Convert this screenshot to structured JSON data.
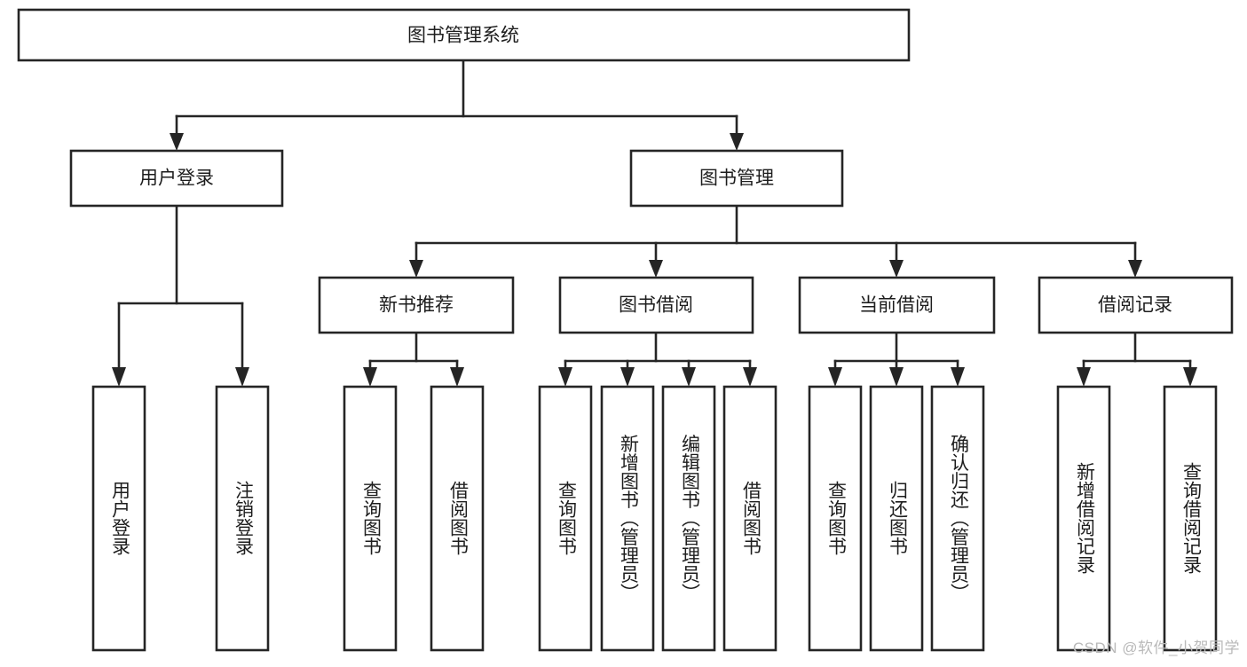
{
  "diagram": {
    "type": "tree-hierarchy",
    "title": "图书管理系统",
    "watermark": "CSDN @软件_小贺同学",
    "colors": {
      "stroke": "#252525",
      "fill": "#ffffff",
      "text": "#1d1d1d",
      "watermark": "#b9b9b9"
    },
    "root": {
      "id": "root",
      "label": "图书管理系统",
      "orientation": "horizontal"
    },
    "level2": [
      {
        "id": "user-login",
        "label": "用户登录",
        "orientation": "horizontal"
      },
      {
        "id": "book-management",
        "label": "图书管理",
        "orientation": "horizontal"
      }
    ],
    "level3": [
      {
        "id": "new-book-recommend",
        "label": "新书推荐",
        "orientation": "horizontal",
        "parent": "book-management"
      },
      {
        "id": "book-borrow",
        "label": "图书借阅",
        "orientation": "horizontal",
        "parent": "book-management"
      },
      {
        "id": "current-borrow",
        "label": "当前借阅",
        "orientation": "horizontal",
        "parent": "book-management"
      },
      {
        "id": "borrow-record",
        "label": "借阅记录",
        "orientation": "horizontal",
        "parent": "book-management"
      }
    ],
    "leaves": [
      {
        "id": "leaf-user-login",
        "label": "用户登录",
        "orientation": "vertical",
        "parent": "user-login"
      },
      {
        "id": "leaf-logout-login",
        "label": "注销登录",
        "orientation": "vertical",
        "parent": "user-login"
      },
      {
        "id": "leaf-query-book-1",
        "label": "查询图书",
        "orientation": "vertical",
        "parent": "new-book-recommend"
      },
      {
        "id": "leaf-borrow-book-1",
        "label": "借阅图书",
        "orientation": "vertical",
        "parent": "new-book-recommend"
      },
      {
        "id": "leaf-query-book-2",
        "label": "查询图书",
        "orientation": "vertical",
        "parent": "book-borrow"
      },
      {
        "id": "leaf-add-book-admin",
        "label": "新增图书（管理员）",
        "orientation": "vertical",
        "parent": "book-borrow"
      },
      {
        "id": "leaf-edit-book-admin",
        "label": "编辑图书（管理员）",
        "orientation": "vertical",
        "parent": "book-borrow"
      },
      {
        "id": "leaf-borrow-book-2",
        "label": "借阅图书",
        "orientation": "vertical",
        "parent": "book-borrow"
      },
      {
        "id": "leaf-query-book-3",
        "label": "查询图书",
        "orientation": "vertical",
        "parent": "current-borrow"
      },
      {
        "id": "leaf-return-book",
        "label": "归还图书",
        "orientation": "vertical",
        "parent": "current-borrow"
      },
      {
        "id": "leaf-confirm-return-admin",
        "label": "确认归还（管理员）",
        "orientation": "vertical",
        "parent": "current-borrow"
      },
      {
        "id": "leaf-add-borrow-record",
        "label": "新增借阅记录",
        "orientation": "vertical",
        "parent": "borrow-record"
      },
      {
        "id": "leaf-query-borrow-record",
        "label": "查询借阅记录",
        "orientation": "vertical",
        "parent": "borrow-record"
      }
    ]
  }
}
